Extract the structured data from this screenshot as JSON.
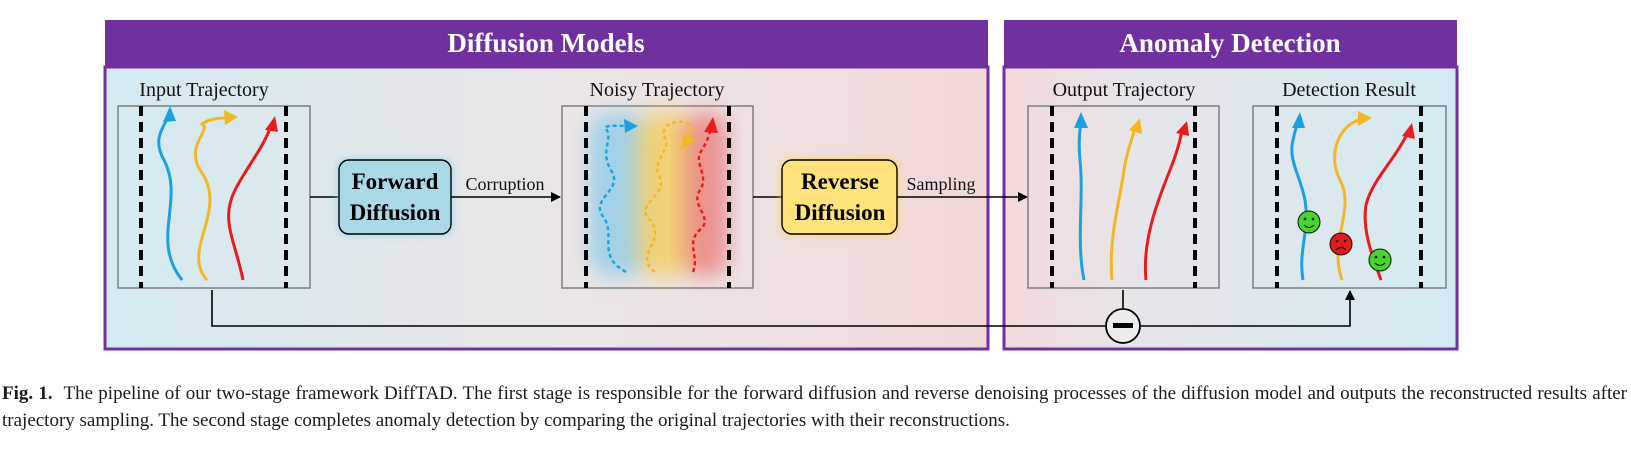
{
  "panels": {
    "diffusion": {
      "title": "Diffusion Models"
    },
    "anomaly": {
      "title": "Anomaly Detection"
    }
  },
  "boxes": {
    "input": {
      "label": "Input Trajectory"
    },
    "noisy": {
      "label": "Noisy Trajectory"
    },
    "output": {
      "label": "Output Trajectory"
    },
    "detection": {
      "label": "Detection Result"
    }
  },
  "processes": {
    "forward": {
      "line1": "Forward",
      "line2": "Diffusion"
    },
    "reverse": {
      "line1": "Reverse",
      "line2": "Diffusion"
    }
  },
  "edges": {
    "corruption": "Corruption",
    "sampling": "Sampling"
  },
  "colors": {
    "header": "#7030a0",
    "blue_traj": "#1ba1e2",
    "yellow_traj": "#f2b824",
    "red_traj": "#e81c1c",
    "forward_box": "#a9d8e6",
    "reverse_box": "#ffe27a",
    "normal_face": "#44d62c",
    "anomaly_face": "#e41b1b"
  },
  "icons": [
    "smiley-face-icon",
    "sad-face-icon",
    "minus-operator-icon",
    "arrow-icon"
  ],
  "caption": {
    "label": "Fig. 1.",
    "text": "The pipeline of our two-stage framework DiffTAD. The first stage is responsible for the forward diffusion and reverse denoising processes of the diffusion model and outputs the reconstructed results after trajectory sampling. The second stage completes anomaly detection by comparing the original trajectories with their reconstructions."
  }
}
